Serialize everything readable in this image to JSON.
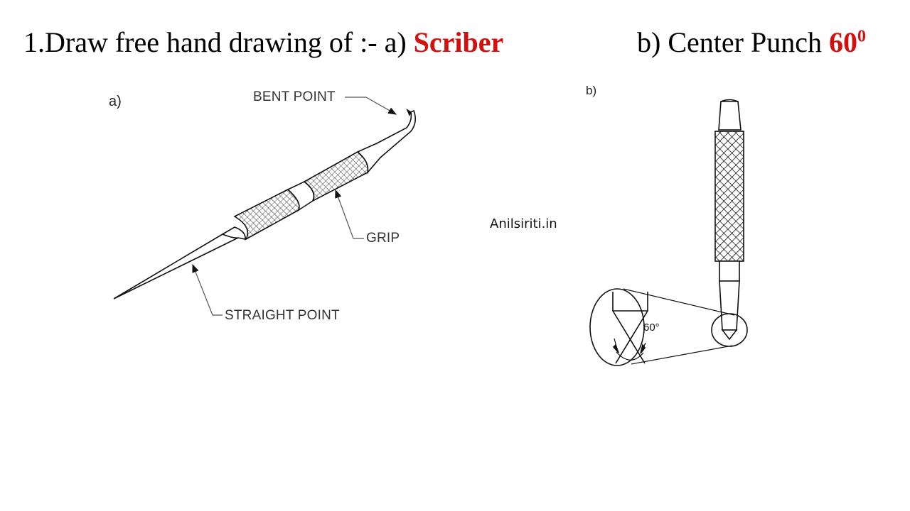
{
  "title": {
    "prefix": "1.Draw free hand drawing of :- a) ",
    "item_a": "Scriber",
    "item_b_prefix": "b) Center Punch ",
    "item_b_angle": "60",
    "item_b_angle_sup": "0",
    "accent_color": "#d40f0f"
  },
  "figure_a": {
    "label": "a)",
    "callouts": {
      "bent_point": "BENT POINT",
      "grip": "GRIP",
      "straight_point": "STRAIGHT POINT"
    }
  },
  "figure_b": {
    "label": "b)",
    "angle_label": "60°"
  },
  "watermark": "Anilsiriti.in"
}
